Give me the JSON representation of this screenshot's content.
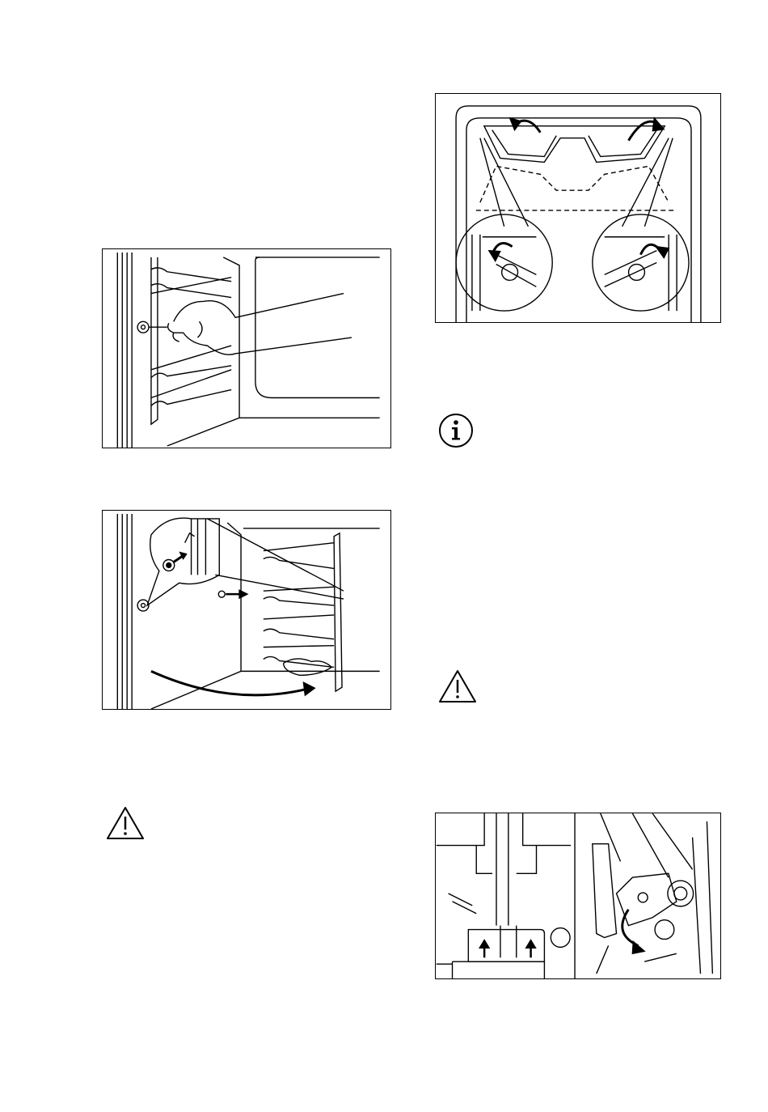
{
  "page": {
    "figures": [
      {
        "id": "remove-rack-front"
      },
      {
        "id": "remove-rack-rear"
      },
      {
        "id": "grill-heater-lowering"
      },
      {
        "id": "door-hinge-release"
      }
    ],
    "icons": {
      "info": "info-icon",
      "warning": "warning-icon"
    },
    "callouts": {
      "hinge_a": "",
      "hinge_b": ""
    }
  }
}
